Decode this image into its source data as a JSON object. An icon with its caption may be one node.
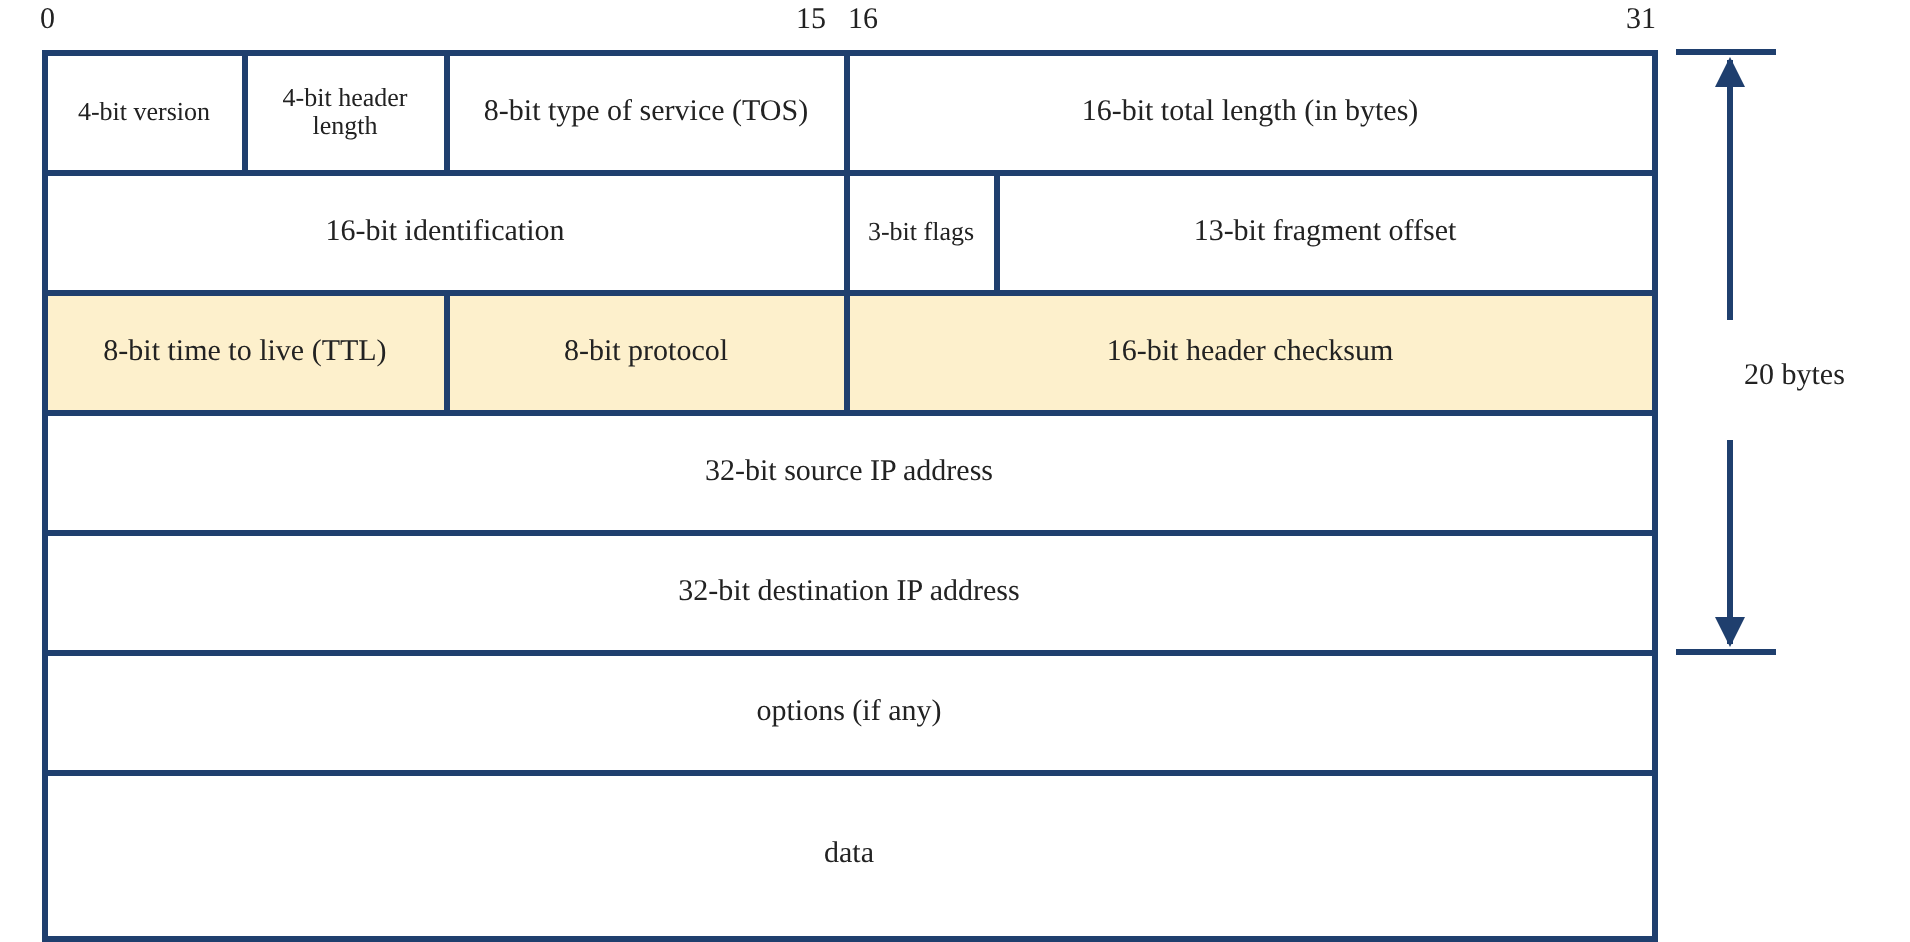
{
  "diagram": {
    "nodes": [
      {
        "text": [
          "4-bit version"
        ]
      },
      {
        "text": [
          "4-bit header length"
        ]
      },
      {
        "text": [
          "8-bit type of service (TOS)"
        ]
      },
      {
        "text": [
          "16-bit total length (in bytes)"
        ]
      },
      {
        "text": [
          "16-bit identification"
        ]
      },
      {
        "text": [
          "3-bit flags"
        ]
      },
      {
        "text": [
          "13-bit fragment offset"
        ]
      },
      {
        "text": [
          "8-bit time to live (TTL)"
        ]
      },
      {
        "text": [
          "8-bit protocol"
        ]
      },
      {
        "text": [
          "16-bit header checksum"
        ]
      },
      {
        "text": [
          "32-bit source IP address"
        ]
      },
      {
        "text": [
          "32-bit destination IP address"
        ]
      },
      {
        "text": [
          "options (if any)"
        ]
      },
      {
        "text": [
          "data"
        ]
      }
    ],
    "labels": [
      "0",
      "15",
      "16",
      "31",
      "20 bytes"
    ]
  }
}
